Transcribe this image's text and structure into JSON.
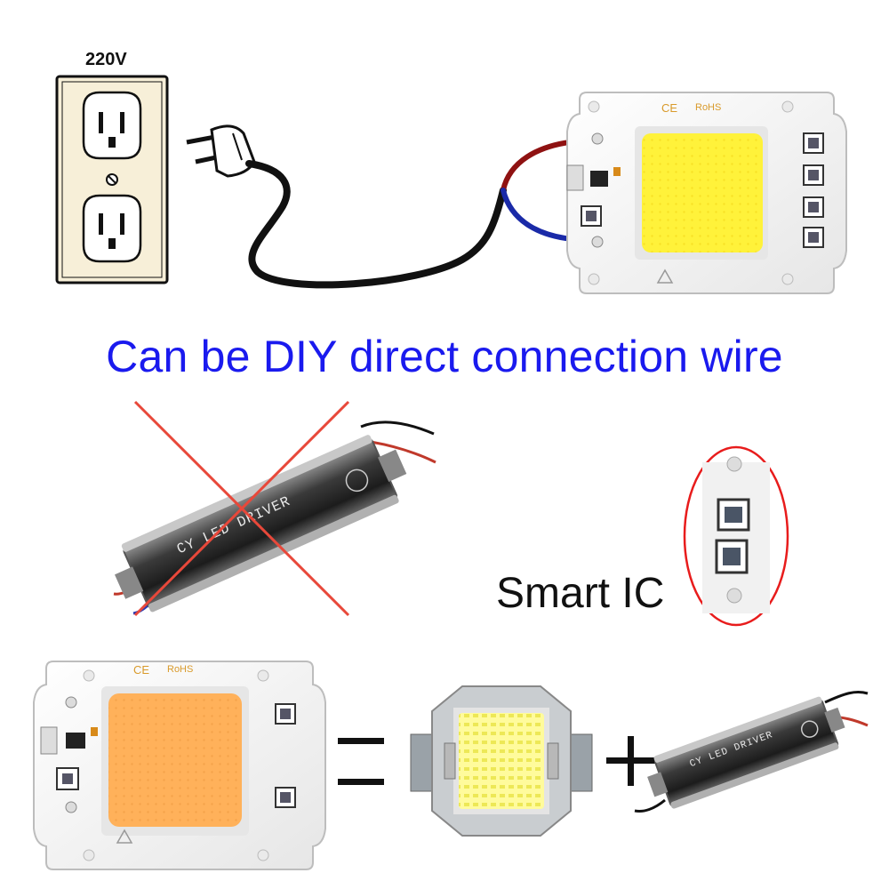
{
  "voltage_label": "220V",
  "headline": "Can be DIY direct connection wire",
  "smart_ic_label": "Smart IC",
  "chip_marks": {
    "ce": "CE",
    "rohs": "RoHS"
  },
  "driver_label": "CY LED DRIVER",
  "equals_symbol": "=",
  "plus_symbol": "+",
  "colors": {
    "headline": "#1a1aee",
    "cross": "#e8483a",
    "circle": "#e81c1c",
    "cool_white_led": "#fff23a",
    "warm_led": "#ffb15a",
    "live_wire": "#a01515",
    "neutral_wire": "#1a2aa8"
  },
  "icons": [
    "wall-outlet-icon",
    "power-plug-icon",
    "cob-led-chip-icon",
    "led-driver-icon",
    "smart-ic-icon",
    "led-module-icon"
  ]
}
